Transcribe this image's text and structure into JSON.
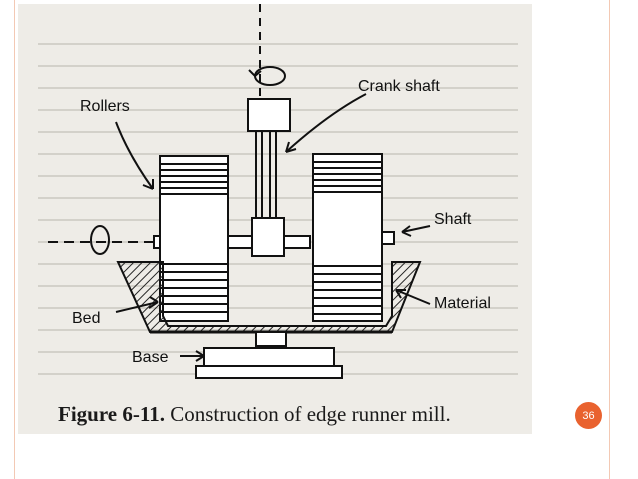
{
  "figure": {
    "caption_number": "Figure 6-11.",
    "caption_text": " Construction of edge runner mill.",
    "labels": {
      "rollers": "Rollers",
      "crank_shaft": "Crank shaft",
      "shaft": "Shaft",
      "material": "Material",
      "bed": "Bed",
      "base": "Base"
    }
  },
  "slide": {
    "page_number": "36",
    "accent_color": "#e9622f"
  }
}
